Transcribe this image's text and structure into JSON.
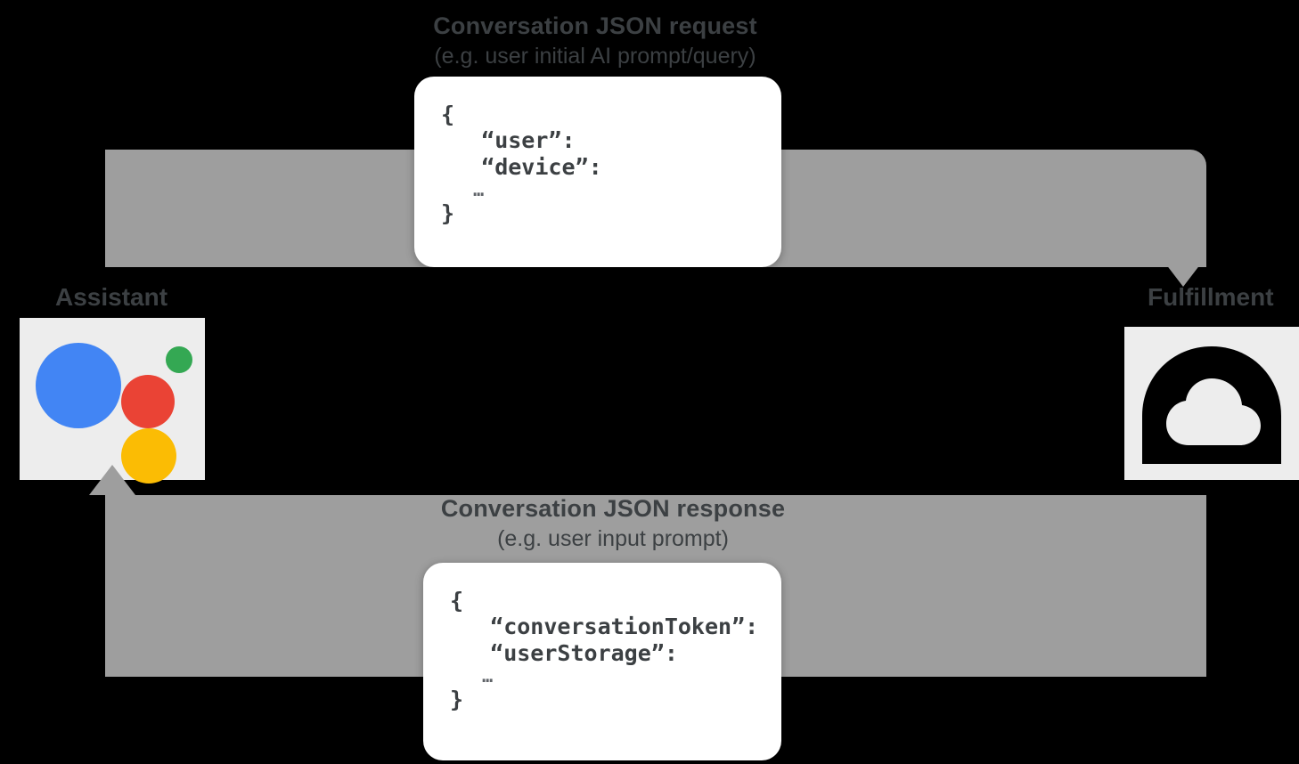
{
  "diagram": {
    "title": "Google Assistant conversation request/response flow",
    "background_color": "#000000",
    "band_color": "#9e9e9e",
    "text_color": "#3c4043",
    "nodes": [
      {
        "id": "assistant",
        "label": "Assistant",
        "icon": "google-assistant-icon"
      },
      {
        "id": "fulfillment",
        "label": "Fulfillment",
        "icon": "cloud-icon"
      }
    ],
    "flows": [
      {
        "id": "request",
        "direction": "assistant-to-fulfillment",
        "line1": "Conversation JSON request",
        "line2": "(e.g. user initial AI prompt/query)",
        "payload": {
          "lines": [
            "{",
            "   “user”:",
            "   “device”:",
            "   …",
            "}"
          ]
        }
      },
      {
        "id": "response",
        "direction": "fulfillment-to-assistant",
        "line1": "Conversation JSON response",
        "line2": "(e.g. user input prompt)",
        "payload": {
          "lines": [
            "{",
            "   “conversationToken”:",
            "   “userStorage”:",
            "   …",
            "}"
          ]
        }
      }
    ],
    "palette": {
      "assistant_blue": "#4285F4",
      "assistant_red": "#EA4335",
      "assistant_yellow": "#FBBC04",
      "assistant_green": "#34A853",
      "cloud_black": "#000000",
      "tile_gray": "#ededed"
    }
  }
}
